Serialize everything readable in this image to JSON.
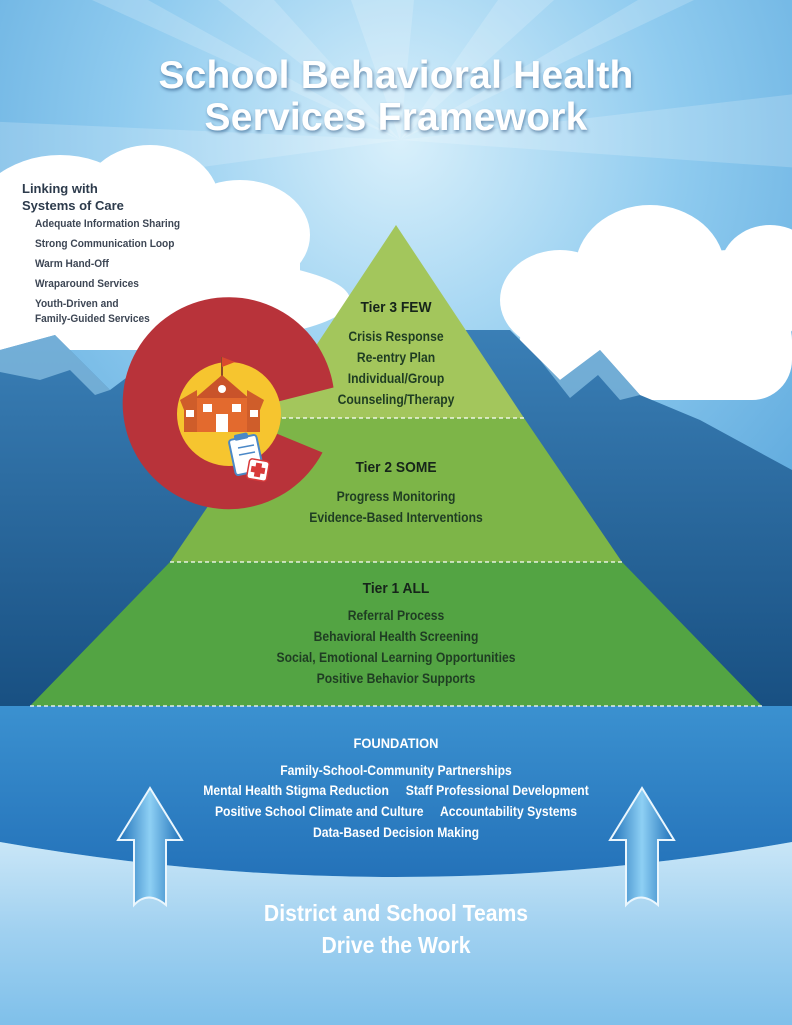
{
  "title": {
    "line1": "School Behavioral Health",
    "line2": "Services Framework"
  },
  "sidebar": {
    "heading_line1": "Linking with",
    "heading_line2": "Systems of Care",
    "items": [
      "Adequate Information Sharing",
      "Strong Communication Loop",
      "Warm Hand-Off",
      "Wraparound Services",
      "Youth-Driven and",
      "Family-Guided Services"
    ]
  },
  "pyramid": {
    "tier3": {
      "heading": "Tier 3 FEW",
      "items": [
        "Crisis Response",
        "Re-entry Plan",
        "Individual/Group",
        "Counseling/Therapy"
      ],
      "color": "#a3c65c"
    },
    "tier2": {
      "heading": "Tier 2 SOME",
      "items": [
        "Progress Monitoring",
        "Evidence-Based Interventions"
      ],
      "color": "#7db548"
    },
    "tier1": {
      "heading": "Tier 1 ALL",
      "items": [
        "Referral Process",
        "Behavioral Health Screening",
        "Social, Emotional Learning Opportunities",
        "Positive Behavior Supports"
      ],
      "color": "#53a443"
    }
  },
  "foundation": {
    "heading": "FOUNDATION",
    "lines": [
      "Family-School-Community Partnerships",
      "Mental Health Stigma Reduction     Staff Professional Development",
      "Positive School Climate and Culture     Accountability Systems",
      "Data-Based Decision Making"
    ],
    "color": "#2f86c8"
  },
  "footer": {
    "line1": "District and School Teams",
    "line2": "Drive the Work"
  },
  "icons": [
    "colorado-c-logo",
    "school-icon",
    "flag-icon",
    "clipboard-icon",
    "medical-cross-icon",
    "up-arrow-icon"
  ],
  "colors": {
    "sky": "#6fb7e4",
    "mountain": "#1f5f95",
    "logo_red": "#b8333a",
    "logo_yellow": "#f6c52f",
    "school_orange": "#e36a2e"
  }
}
